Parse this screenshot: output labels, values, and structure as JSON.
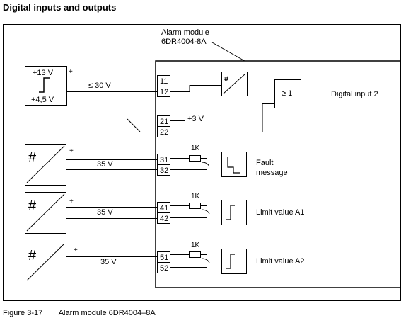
{
  "heading": "Digital inputs and outputs",
  "module": {
    "label_line1": "Alarm module",
    "label_line2": "6DR4004-8A"
  },
  "input_block": {
    "level_high": "+13 V",
    "level_low": "+4,5 V",
    "plus": "+",
    "voltage": "≤ 30 V"
  },
  "terminals": [
    "11",
    "12",
    "21",
    "22",
    "31",
    "32",
    "41",
    "42",
    "51",
    "52"
  ],
  "plus_3v": "+3 V",
  "or_gate": "≥ 1",
  "digital_input": "Digital input 2",
  "converter_symbol": "#",
  "outputs": [
    {
      "plus": "+",
      "voltage": "35 V",
      "resistor": "1K",
      "label_line1": "Fault",
      "label_line2": "message"
    },
    {
      "plus": "+",
      "voltage": "35 V",
      "resistor": "1K",
      "label_line1": "Limit value A1",
      "label_line2": ""
    },
    {
      "plus": "+",
      "voltage": "35 V",
      "resistor": "1K",
      "label_line1": "Limit value A2",
      "label_line2": ""
    }
  ],
  "caption": {
    "figure": "Figure 3-17",
    "text": "Alarm module 6DR4004–8A"
  }
}
